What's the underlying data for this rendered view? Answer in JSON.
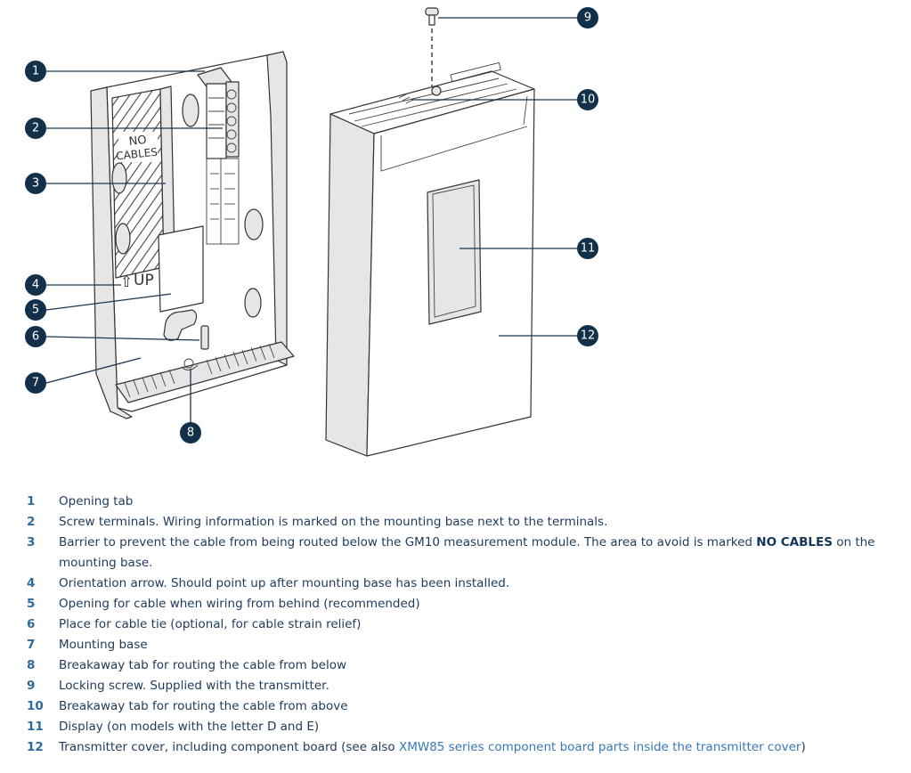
{
  "diagram": {
    "title": "Transmitter mounting base and cover parts",
    "base_labels": {
      "no": "NO",
      "cables": "CABLES",
      "up": "UP"
    },
    "callouts": [
      "1",
      "2",
      "3",
      "4",
      "5",
      "6",
      "7",
      "8",
      "9",
      "10",
      "11",
      "12"
    ],
    "colors": {
      "callout_fill": "#12304a",
      "part_fill": "#ffffff",
      "part_shade": "#e6e6e6",
      "display_fill": "#d4d4d4"
    }
  },
  "legend": [
    {
      "num": "1",
      "text": "Opening tab"
    },
    {
      "num": "2",
      "text": "Screw terminals. Wiring information is marked on the mounting base next to the terminals."
    },
    {
      "num": "3",
      "text_before": "Barrier to prevent the cable from being routed below the GM10 measurement module. The area to avoid is marked ",
      "bold": "NO CABLES",
      "text_after": " on the mounting base."
    },
    {
      "num": "4",
      "text": "Orientation arrow. Should point up after mounting base has been installed."
    },
    {
      "num": "5",
      "text": "Opening for cable when wiring from behind (recommended)"
    },
    {
      "num": "6",
      "text": "Place for cable tie (optional, for cable strain relief)"
    },
    {
      "num": "7",
      "text": "Mounting base"
    },
    {
      "num": "8",
      "text": "Breakaway tab for routing the cable from below"
    },
    {
      "num": "9",
      "text": "Locking screw. Supplied with the transmitter."
    },
    {
      "num": "10",
      "text": "Breakaway tab for routing the cable from above"
    },
    {
      "num": "11",
      "text": "Display (on models with the letter D and E)"
    },
    {
      "num": "12",
      "text_before": "Transmitter cover, including component board (see also ",
      "link": "XMW85 series component board parts inside the transmitter cover",
      "text_after": ")"
    }
  ]
}
